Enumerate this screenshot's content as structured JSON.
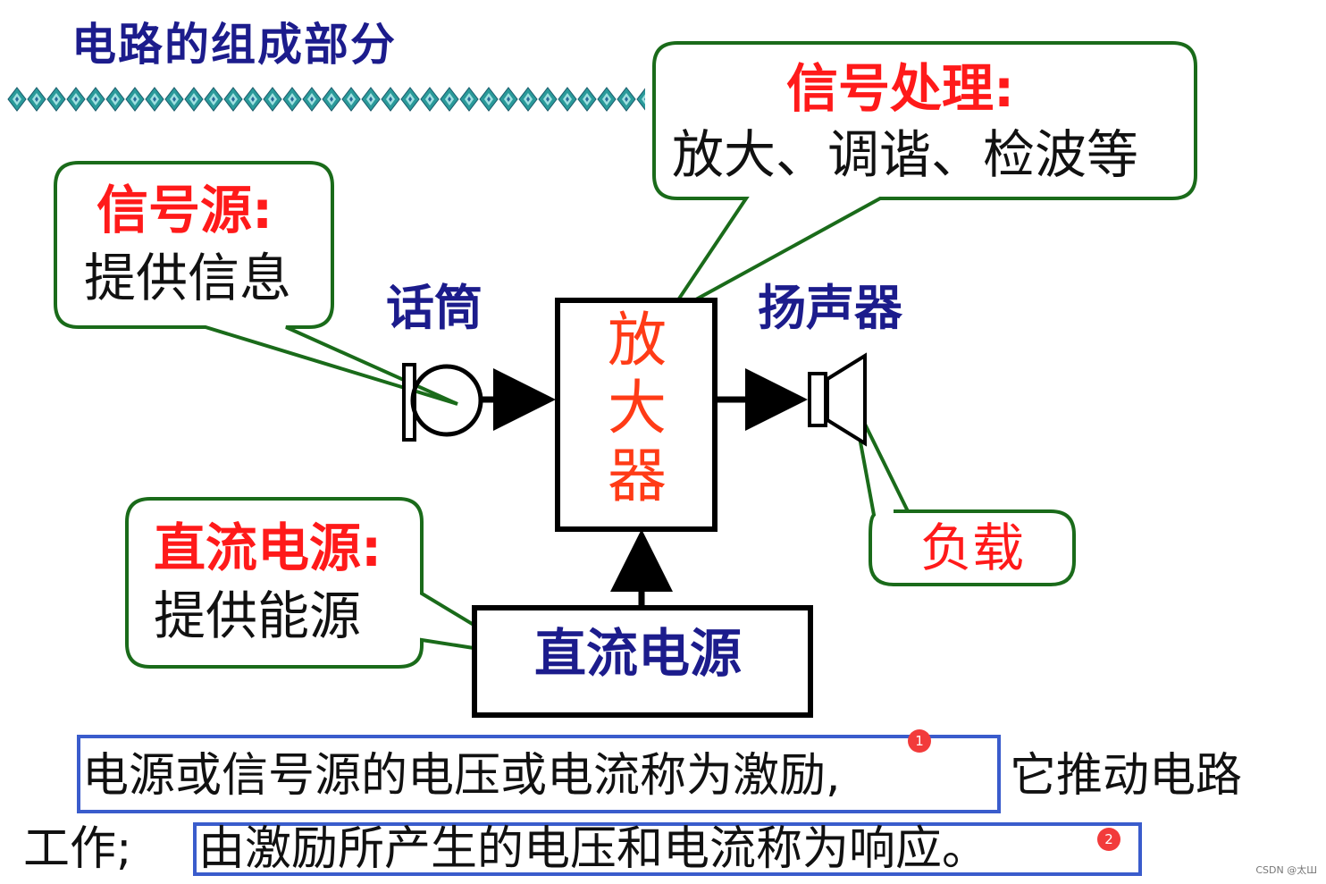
{
  "title": "电路的组成部分",
  "callouts": {
    "signal_processing": {
      "heading": "信号处理:",
      "body": "放大、调谐、检波等"
    },
    "signal_source": {
      "heading": "信号源:",
      "body": "提供信息"
    },
    "dc_supply": {
      "heading": "直流电源:",
      "body": "提供能源"
    },
    "load": {
      "heading": "负载"
    }
  },
  "components": {
    "microphone": "话筒",
    "amplifier_chars": [
      "放",
      "大",
      "器"
    ],
    "speaker": "扬声器",
    "dc_supply": "直流电源"
  },
  "bottom_text": {
    "line1_highlighted": "电源或信号源的电压或电流称为激励,",
    "line1_rest": " 它推动电路",
    "line2_start": "工作;",
    "line2_highlighted": "由激励所产生的电压和电流称为响应。",
    "marker1": "1",
    "marker2": "2"
  },
  "watermark": "CSDN @太Ш",
  "colors": {
    "title": "#1c1c8c",
    "callout_border": "#1a6b1a",
    "heading_red": "#ff1a1a",
    "amplifier_text": "#ff3b16",
    "highlight_box": "#3a5ccc"
  }
}
